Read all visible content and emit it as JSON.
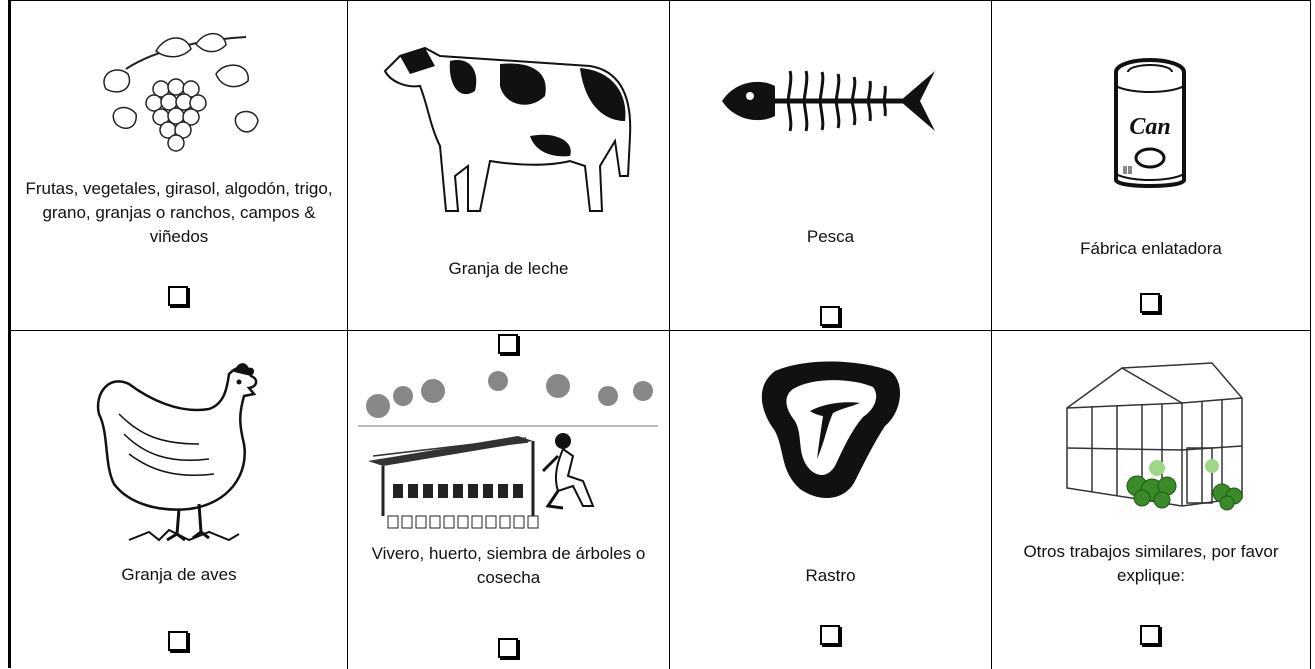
{
  "items": [
    {
      "label": "Frutas, vegetales, girasol, algodón, trigo, grano, granjas o ranchos, campos & viñedos",
      "icon": "grapes-icon",
      "checked": false
    },
    {
      "label": "Granja de leche",
      "icon": "cow-icon",
      "checked": false
    },
    {
      "label": "Pesca",
      "icon": "fish-skeleton-icon",
      "checked": false
    },
    {
      "label": "Fábrica enlatadora",
      "icon": "can-icon",
      "checked": false,
      "icon_text": "Can"
    },
    {
      "label": "Granja de aves",
      "icon": "chicken-icon",
      "checked": false
    },
    {
      "label": "Vivero, huerto, siembra de árboles o cosecha",
      "icon": "nursery-icon",
      "checked": false
    },
    {
      "label": "Rastro",
      "icon": "steak-icon",
      "checked": false
    },
    {
      "label": "Otros trabajos similares, por favor explique:",
      "icon": "greenhouse-icon",
      "checked": false
    }
  ]
}
